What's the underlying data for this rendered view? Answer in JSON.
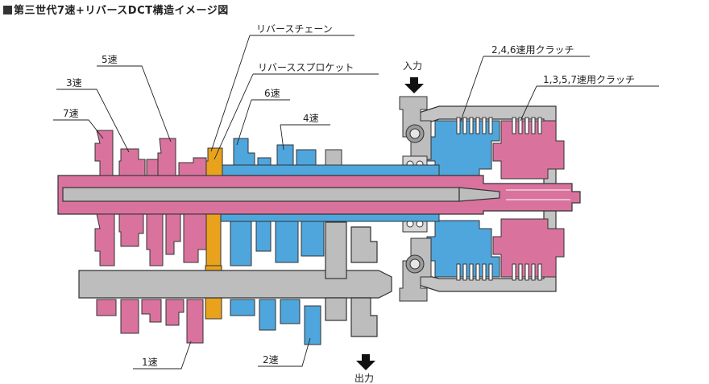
{
  "title": "第三世代7速+リバースDCT構造イメージ図",
  "labels": {
    "reverse_chain": "リバースチェーン",
    "reverse_sprocket": "リバーススプロケット",
    "gear_5": "5速",
    "gear_3": "3速",
    "gear_7": "7速",
    "gear_6": "6速",
    "gear_4": "4速",
    "gear_1": "1速",
    "gear_2": "2速",
    "input": "入力",
    "output": "出力",
    "clutch_even": "2,4,6速用クラッチ",
    "clutch_odd": "1,3,5,7速用クラッチ"
  },
  "colors": {
    "odd_gears": "#d9739e",
    "even_gears": "#4fa6dc",
    "reverse": "#e8a21c",
    "output_shaft": "#bdbdbd",
    "outline": "#333333"
  }
}
